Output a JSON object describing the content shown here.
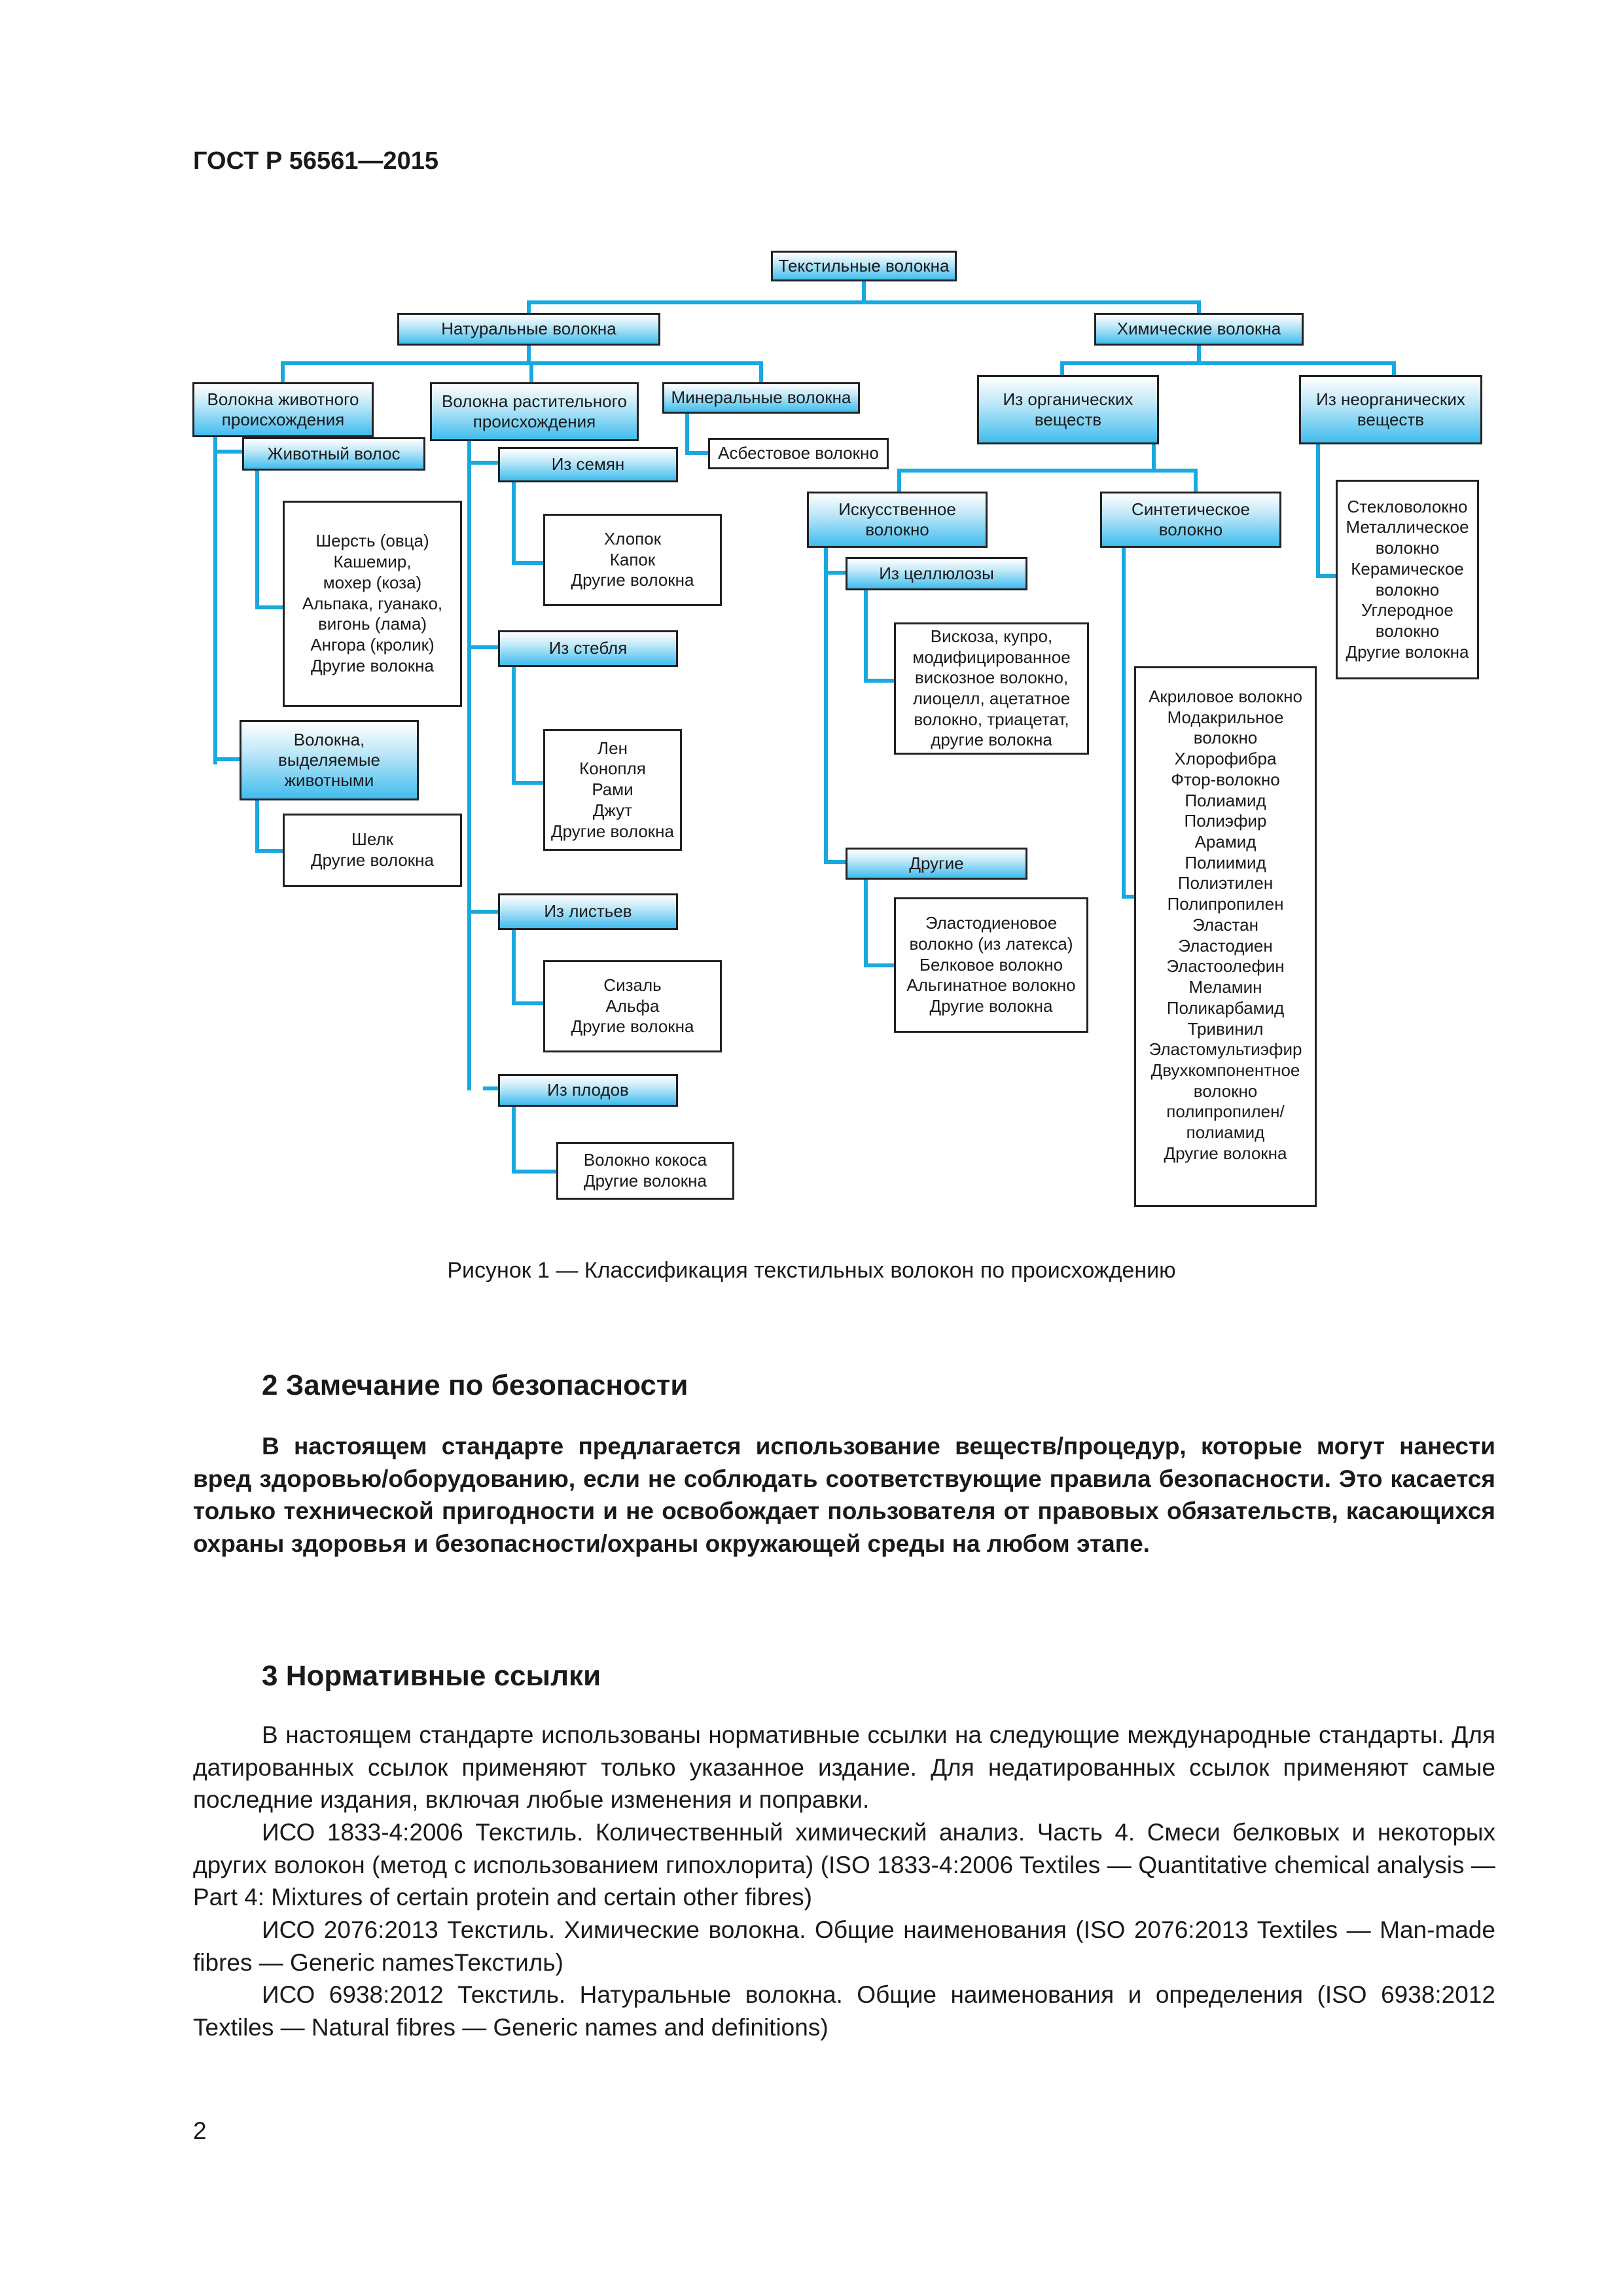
{
  "header": {
    "doc_id": "ГОСТ Р 56561—2015"
  },
  "diagram": {
    "root": "Текстильные волокна",
    "natural": "Натуральные волокна",
    "chemical": "Химические волокна",
    "animal_origin": "Волокна животного происхождения",
    "plant_origin": "Волокна растительного происхождения",
    "mineral": "Минеральные волокна",
    "asbestos": "Асбестовое волокно",
    "organic": "Из органических веществ",
    "inorganic": "Из неорганических веществ",
    "animal_hair": "Животный волос",
    "animal_hair_list": [
      "Шерсть (овца)",
      "Кашемир,",
      "мохер (коза)",
      "Альпака, гуанако,",
      "вигонь (лама)",
      "Ангора (кролик)",
      "Другие волокна"
    ],
    "animal_secreted": "Волокна, выделяемые животными",
    "silk_list": [
      "Шелк",
      "Другие волокна"
    ],
    "seeds": "Из семян",
    "seeds_list": [
      "Хлопок",
      "Капок",
      "Другие волокна"
    ],
    "stem": "Из стебля",
    "stem_list": [
      "Лен",
      "Конопля",
      "Рами",
      "Джут",
      "Другие волокна"
    ],
    "leaves": "Из листьев",
    "leaves_list": [
      "Сизаль",
      "Альфа",
      "Другие волокна"
    ],
    "fruits": "Из плодов",
    "fruits_list": [
      "Волокно кокоса",
      "Другие волокна"
    ],
    "artificial": "Искусственное волокно",
    "cellulose": "Из целлюлозы",
    "cellulose_list": [
      "Вискоза, купро,",
      "модифицированное",
      "вискозное волокно,",
      "лиоцелл, ацетатное",
      "волокно, триацетат,",
      "другие волокна"
    ],
    "others": "Другие",
    "others_list": [
      "Эластодиеновое",
      "волокно (из латекса)",
      "Белковое волокно",
      "Альгинатное волокно",
      "Другие волокна"
    ],
    "synthetic": "Синтетическое волокно",
    "synthetic_list": [
      "Акриловое волокно",
      "Модакрильное",
      "волокно",
      "Хлорофибра",
      "Фтор-волокно",
      "Полиамид",
      "Полиэфир",
      "Арамид",
      "Полиимид",
      "Полиэтилен",
      "Полипропилен",
      "Эластан",
      "Эластодиен",
      "Эластоолефин",
      "Меламин",
      "Поликарбамид",
      "Тривинил",
      "Эластомультиэфир",
      "Двухкомпонентное",
      "волокно",
      "полипропилен/",
      "полиамид",
      "Другие волокна"
    ],
    "inorganic_list": [
      "Стекловолокно",
      "Металлическое",
      "волокно",
      "Керамическое",
      "волокно",
      "Углеродное",
      "волокно",
      "Другие волокна"
    ]
  },
  "caption": "Рисунок 1 — Классификация текстильных волокон по происхождению",
  "section2": {
    "title": "2 Замечание по безопасности",
    "text": "В настоящем стандарте предлагается использование веществ/процедур, которые могут нанести вред здоровью/оборудованию, если не соблюдать соответствующие правила безопасности. Это касается только технической пригодности и не освобождает пользователя от правовых обязательств, касающихся охраны здоровья и безопасности/охраны окружающей среды на любом этапе."
  },
  "section3": {
    "title": "3 Нормативные ссылки",
    "p1": "В настоящем стандарте использованы нормативные ссылки на следующие международные стандарты. Для датированных ссылок применяют только указанное издание. Для недатированных ссылок применяют самые последние издания, включая любые изменения и поправки.",
    "p2": "ИСО 1833-4:2006 Текстиль. Количественный химический анализ. Часть 4. Смеси белковых и некоторых других волокон (метод с использованием гипохлорита) (ISO 1833-4:2006 Textiles — Quantitative chemical analysis — Part 4: Mixtures of certain protein and certain other fibres)",
    "p3": "ИСО 2076:2013 Текстиль. Химические волокна. Общие наименования (ISO 2076:2013 Textiles — Man-made fibres — Generic namesТекстиль)",
    "p4": "ИСО 6938:2012 Текстиль. Натуральные волокна. Общие наименования и определения (ISO 6938:2012 Textiles — Natural fibres — Generic names and definitions)"
  },
  "page_number": "2",
  "colors": {
    "connector": "#19a9e1",
    "box_gradient_bottom": "#41bdee"
  }
}
